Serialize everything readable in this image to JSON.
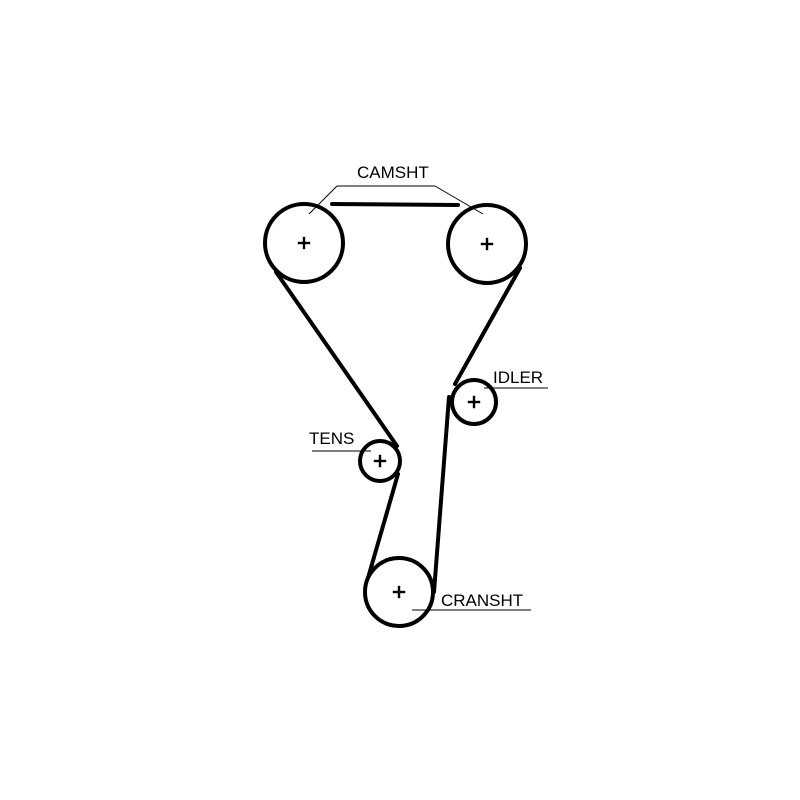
{
  "labels": {
    "camshaft": "CAMSHT",
    "idler": "IDLER",
    "tensioner": "TENS",
    "crankshaft": "CRANSHT"
  },
  "colors": {
    "line": "#000000",
    "background": "#ffffff"
  }
}
